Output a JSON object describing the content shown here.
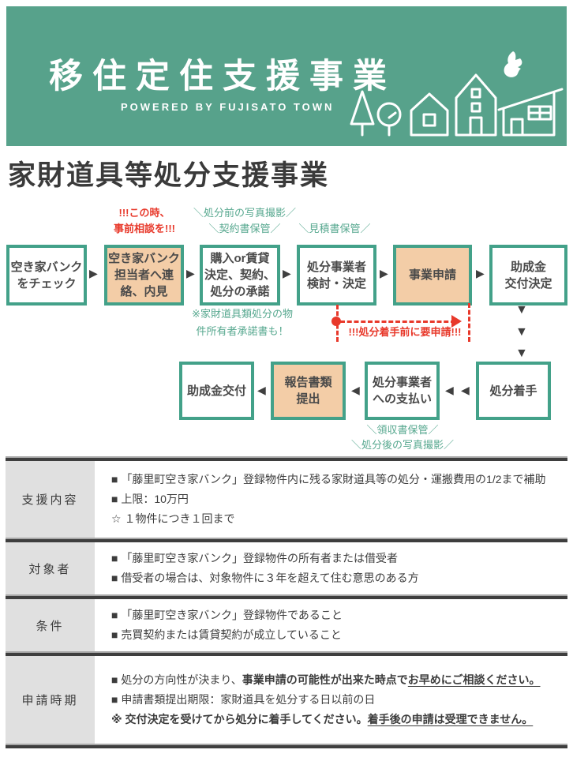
{
  "banner": {
    "title": "移住定住支援事業",
    "subtitle": "POWERED BY FUJISATO TOWN",
    "bg_color": "#57a28b"
  },
  "page": {
    "title": "家財道具等処分支援事業"
  },
  "icons": {
    "arrow_right": "▶",
    "arrow_left": "◀",
    "arrow_down": "▼"
  },
  "flow": {
    "colors": {
      "box_border": "#43a189",
      "highlight_fill": "#f3cda7",
      "note_teal": "#57a88f",
      "alert_red": "#e8392b"
    },
    "notes": {
      "consult": "!!!この時、\n事前相談を!!!",
      "photo_before": "＼処分前の写真撮影／\n＼契約書保管／",
      "estimate": "＼見積書保管／",
      "consent": "※家財道具類処分の物\n件所有者承諾書も！",
      "apply_before": "!!!処分着手前に要申請!!!",
      "receipt": "＼領収書保管／\n＼処分後の写真撮影／"
    },
    "row1": [
      {
        "label": "空き家バンク\nをチェック"
      },
      {
        "label": "空き家バンク\n担当者へ連\n絡、内見"
      },
      {
        "label": "購入or賃貸\n決定、契約、\n処分の承諾"
      },
      {
        "label": "処分事業者\n検討・決定"
      },
      {
        "label": "事業申請"
      },
      {
        "label": "助成金\n交付決定"
      }
    ],
    "row2": [
      {
        "label": "助成金交付"
      },
      {
        "label": "報告書類\n提出"
      },
      {
        "label": "処分事業者\nへの支払い"
      },
      {
        "label": "処分着手"
      }
    ]
  },
  "table": {
    "rows": [
      {
        "label": "支援内容",
        "lines": [
          "■ 「藤里町空き家バンク」登録物件内に残る家財道具等の処分・運搬費用の1/2まで補助",
          "■ 上限：10万円",
          "☆ １物件につき１回まで"
        ]
      },
      {
        "label": "対象者",
        "lines": [
          "■ 「藤里町空き家バンク」登録物件の所有者または借受者",
          "■ 借受者の場合は、対象物件に３年を超えて住む意思のある方"
        ]
      },
      {
        "label": "条件",
        "lines": [
          "■ 「藤里町空き家バンク」登録物件であること",
          "■ 売買契約または賃貸契約が成立していること"
        ]
      },
      {
        "label": "申請時期",
        "line1": {
          "normal": "■ 処分の方向性が決まり、",
          "bold": "事業申請の可能性が出来た時点で",
          "bold_underline": "お早めにご相談ください。"
        },
        "line2": "■ 申請書類提出期限：家財道具を処分する日以前の日",
        "line3": {
          "bold": "※ 交付決定を受けてから処分に着手してください。",
          "bold_underline": "着手後の申請は受理できません。"
        }
      }
    ]
  }
}
